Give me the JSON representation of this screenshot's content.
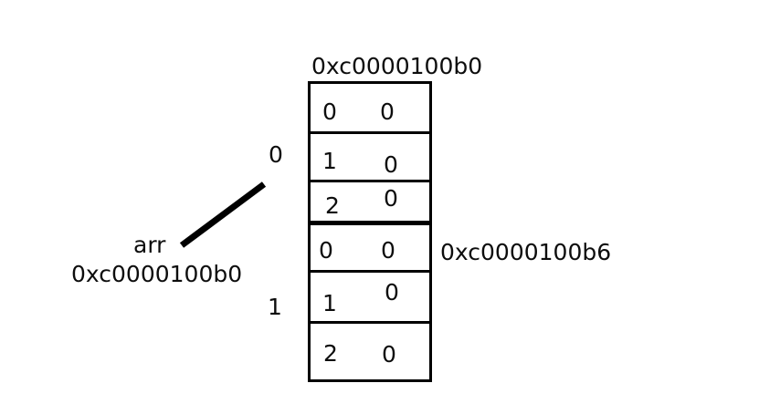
{
  "diagram": {
    "title_address": "0xc0000100b0",
    "second_block_address": "0xc0000100b6",
    "pointer": {
      "name": "arr",
      "address": "0xc0000100b0"
    },
    "outer_indices": [
      "0",
      "1"
    ],
    "blocks": [
      {
        "outer_index": "0",
        "address": "0xc0000100b0",
        "rows": [
          {
            "index": "0",
            "value": "0"
          },
          {
            "index": "1",
            "value": "0"
          },
          {
            "index": "2",
            "value": "0"
          }
        ]
      },
      {
        "outer_index": "1",
        "address": "0xc0000100b6",
        "rows": [
          {
            "index": "0",
            "value": "0"
          },
          {
            "index": "1",
            "value": "0"
          },
          {
            "index": "2",
            "value": "0"
          }
        ]
      }
    ],
    "colors": {
      "stroke": "#000000",
      "text": "#0d0d0d",
      "background": "#ffffff"
    }
  }
}
